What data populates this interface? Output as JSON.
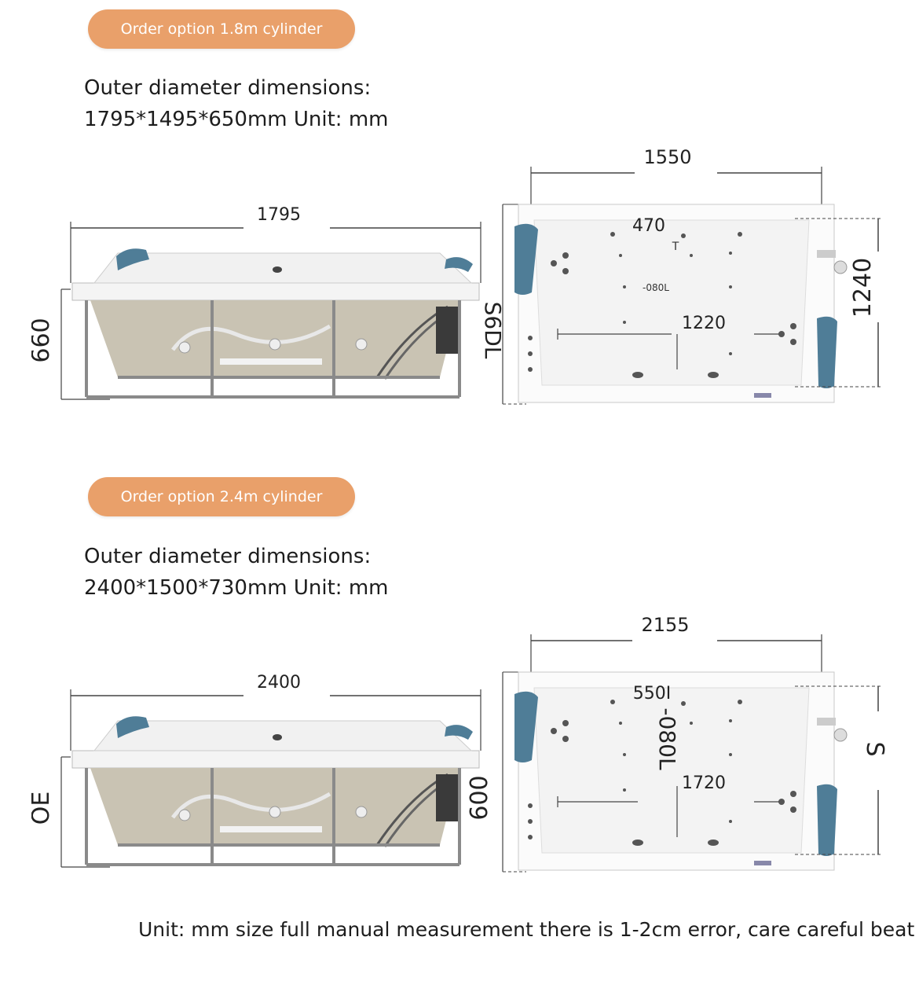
{
  "options": [
    {
      "button_label": "Order option 1.8m cylinder",
      "dimensions_heading": "Outer diameter dimensions:",
      "dimensions_value": "1795*1495*650mm Unit: mm",
      "side_view": {
        "length_label": "1795",
        "height_label": "660",
        "right_label": "S6DL"
      },
      "top_view": {
        "width_label": "1550",
        "inner_label": "470",
        "small_label": "T",
        "center_label": "-080L",
        "inner_length_label": "1220",
        "depth_label": "1240"
      }
    },
    {
      "button_label": "Order option 2.4m cylinder",
      "dimensions_heading": "Outer diameter dimensions:",
      "dimensions_value": "2400*1500*730mm Unit: mm",
      "side_view": {
        "length_label": "2400",
        "height_label": "OE",
        "right_label": "600"
      },
      "top_view": {
        "width_label": "2155",
        "inner_label": "550I",
        "small_label": "",
        "center_label": "-080L",
        "inner_length_label": "1720",
        "depth_label": "S"
      }
    }
  ],
  "footer_note": "Unit: mm size full manual measurement there is 1-2cm error, care careful beat",
  "colors": {
    "button_bg": "#e9a06a",
    "button_text": "#ffffff",
    "pillow": "#4f7d97",
    "tub_body": "#c9c3b3",
    "frame": "#8a8a8a"
  }
}
